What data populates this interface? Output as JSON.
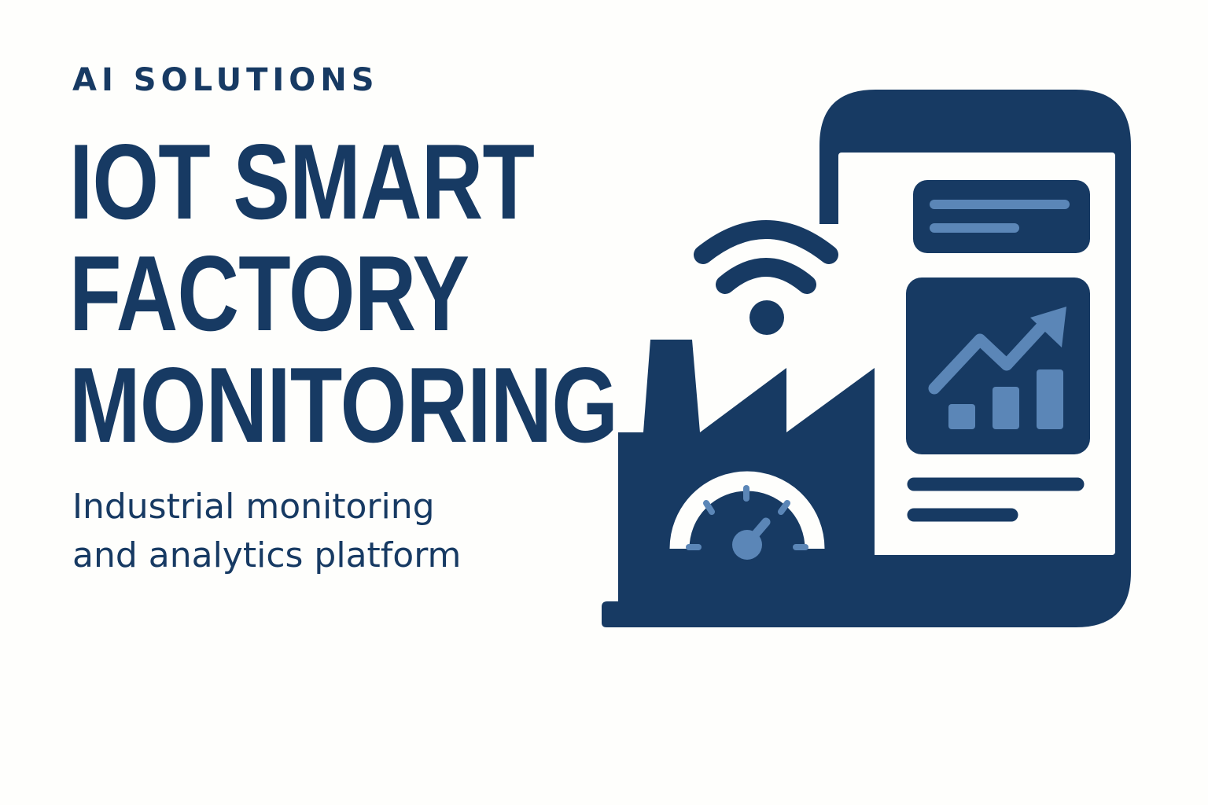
{
  "header": {
    "eyebrow": "AI SOLUTIONS",
    "title_lines": [
      "IOT SMART",
      "FACTORY",
      "MONITORING"
    ]
  },
  "subtitle_lines": [
    "Industrial monitoring",
    "and analytics platform"
  ],
  "illustration": {
    "icons": [
      "factory-icon",
      "wifi-signal-icon",
      "gauge-icon",
      "smartphone-icon",
      "line-chart-icon",
      "bar-chart-icon"
    ]
  },
  "colors": {
    "navy": "#173a63",
    "light_blue": "#5b86b7",
    "background": "#fefefc"
  }
}
